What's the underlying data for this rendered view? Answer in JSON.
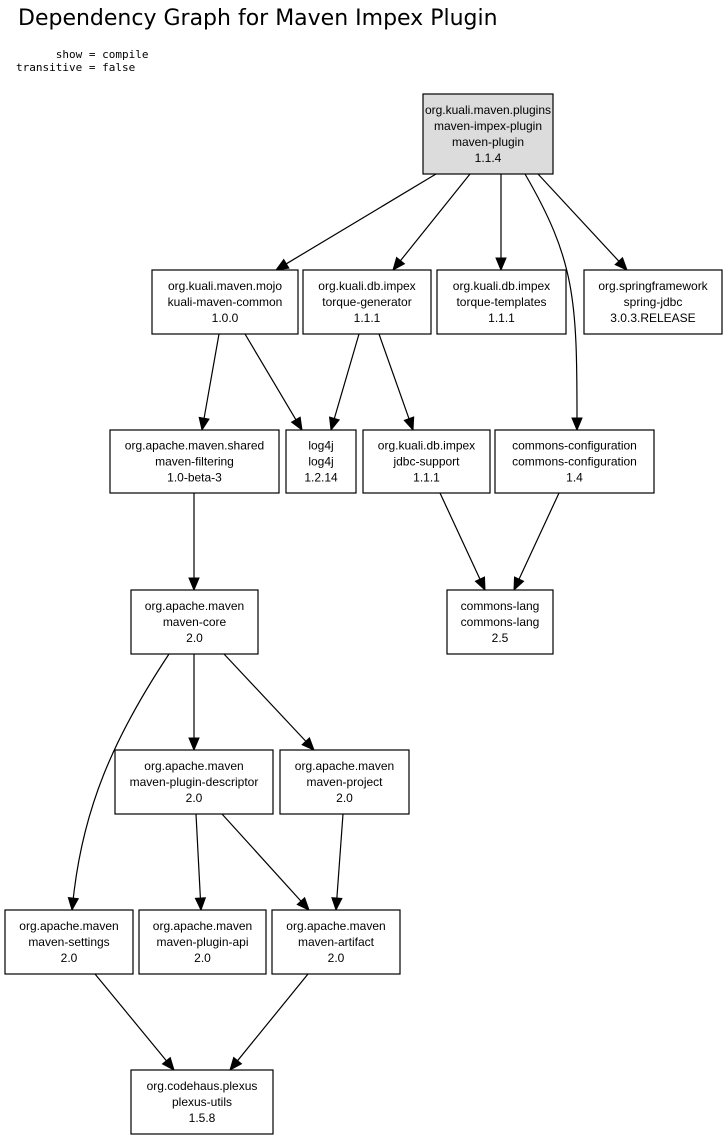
{
  "title": "Dependency Graph for Maven Impex Plugin",
  "params": {
    "show_line": "      show = compile",
    "transitive_line": "transitive = false"
  },
  "nodes": [
    {
      "id": "impex",
      "group": "org.kuali.maven.plugins",
      "artifact": "maven-impex-plugin",
      "type": "maven-plugin",
      "version": "1.1.4",
      "root": true
    },
    {
      "id": "mojo",
      "group": "org.kuali.maven.mojo",
      "artifact": "kuali-maven-common",
      "version": "1.0.0"
    },
    {
      "id": "torquegen",
      "group": "org.kuali.db.impex",
      "artifact": "torque-generator",
      "version": "1.1.1"
    },
    {
      "id": "torquetpl",
      "group": "org.kuali.db.impex",
      "artifact": "torque-templates",
      "version": "1.1.1"
    },
    {
      "id": "springjdbc",
      "group": "org.springframework",
      "artifact": "spring-jdbc",
      "version": "3.0.3.RELEASE"
    },
    {
      "id": "filtering",
      "group": "org.apache.maven.shared",
      "artifact": "maven-filtering",
      "version": "1.0-beta-3"
    },
    {
      "id": "log4j",
      "group": "log4j",
      "artifact": "log4j",
      "version": "1.2.14"
    },
    {
      "id": "jdbcsupport",
      "group": "org.kuali.db.impex",
      "artifact": "jdbc-support",
      "version": "1.1.1"
    },
    {
      "id": "commonsconfig",
      "group": "commons-configuration",
      "artifact": "commons-configuration",
      "version": "1.4"
    },
    {
      "id": "core",
      "group": "org.apache.maven",
      "artifact": "maven-core",
      "version": "2.0"
    },
    {
      "id": "commonslang",
      "group": "commons-lang",
      "artifact": "commons-lang",
      "version": "2.5"
    },
    {
      "id": "plugindesc",
      "group": "org.apache.maven",
      "artifact": "maven-plugin-descriptor",
      "version": "2.0"
    },
    {
      "id": "project",
      "group": "org.apache.maven",
      "artifact": "maven-project",
      "version": "2.0"
    },
    {
      "id": "settings",
      "group": "org.apache.maven",
      "artifact": "maven-settings",
      "version": "2.0"
    },
    {
      "id": "pluginapi",
      "group": "org.apache.maven",
      "artifact": "maven-plugin-api",
      "version": "2.0"
    },
    {
      "id": "artifact",
      "group": "org.apache.maven",
      "artifact": "maven-artifact",
      "version": "2.0"
    },
    {
      "id": "plexus",
      "group": "org.codehaus.plexus",
      "artifact": "plexus-utils",
      "version": "1.5.8"
    }
  ],
  "edges": [
    {
      "from": "impex",
      "to": "mojo"
    },
    {
      "from": "impex",
      "to": "torquegen"
    },
    {
      "from": "impex",
      "to": "torquetpl"
    },
    {
      "from": "impex",
      "to": "springjdbc"
    },
    {
      "from": "impex",
      "to": "commonsconfig"
    },
    {
      "from": "mojo",
      "to": "filtering"
    },
    {
      "from": "mojo",
      "to": "log4j"
    },
    {
      "from": "torquegen",
      "to": "log4j"
    },
    {
      "from": "torquegen",
      "to": "jdbcsupport"
    },
    {
      "from": "filtering",
      "to": "core"
    },
    {
      "from": "jdbcsupport",
      "to": "commonslang"
    },
    {
      "from": "commonsconfig",
      "to": "commonslang"
    },
    {
      "from": "core",
      "to": "plugindesc"
    },
    {
      "from": "core",
      "to": "project"
    },
    {
      "from": "core",
      "to": "settings"
    },
    {
      "from": "plugindesc",
      "to": "pluginapi"
    },
    {
      "from": "plugindesc",
      "to": "artifact"
    },
    {
      "from": "project",
      "to": "artifact"
    },
    {
      "from": "settings",
      "to": "plexus"
    },
    {
      "from": "artifact",
      "to": "plexus"
    }
  ]
}
